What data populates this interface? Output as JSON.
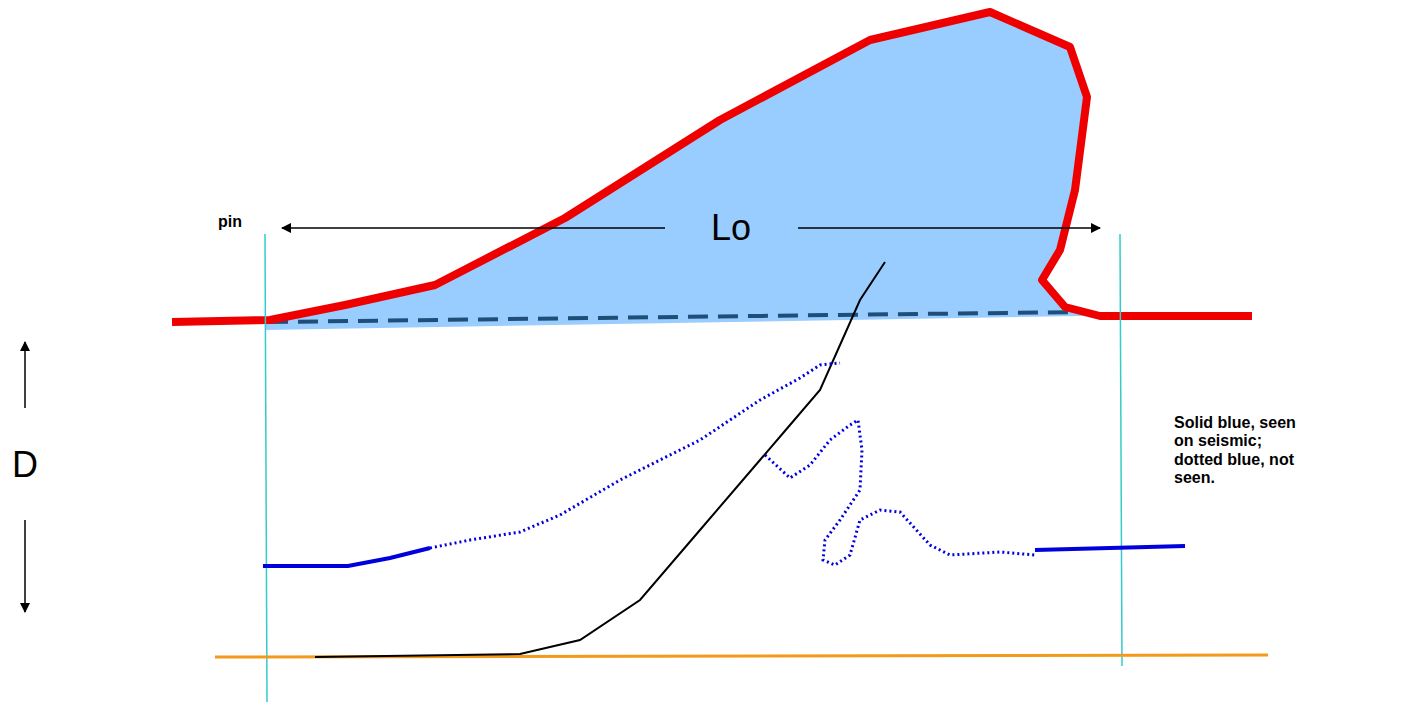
{
  "diagram": {
    "labels": [
      "pin",
      "Lo",
      "D",
      "Solid blue, seen on seismic; dotted blue, not seen."
    ]
  }
}
